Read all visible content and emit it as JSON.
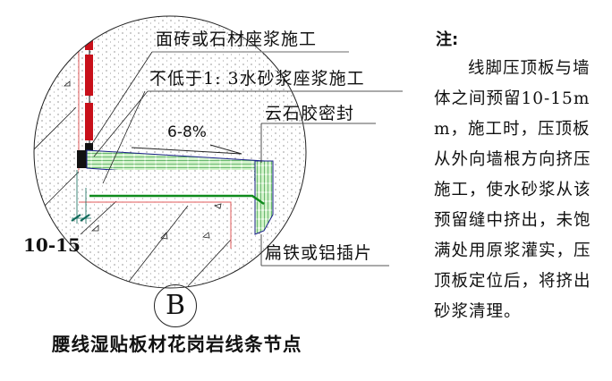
{
  "drawing": {
    "labels": {
      "facing": "面砖或石材座浆施工",
      "mortar": "不低于1: 3水砂浆座浆施工",
      "sealant": "云石胶密封",
      "insert": "扁铁或铝插片",
      "slope": "6-8%",
      "gap_dim": "10-15"
    },
    "detail_mark": "B",
    "caption": "腰线湿贴板材花岗岩线条节点",
    "colors": {
      "brick_red": "#c8101a",
      "stone_green": "#c9efc0",
      "stone_lines": "#2e9a3a",
      "insert_green": "#0f8a1c",
      "outline_blue": "#1a1f8a",
      "wall_line_red": "#e0585a"
    }
  },
  "notes": {
    "title": "注:",
    "body": "线脚压顶板与墙体之间预留10-15mm，施工时，压顶板从外向墙根方向挤压施工，使水砂浆从该预留缝中挤出，未饱满处用原浆灌实，压顶板定位后，将挤出砂浆清理。"
  }
}
